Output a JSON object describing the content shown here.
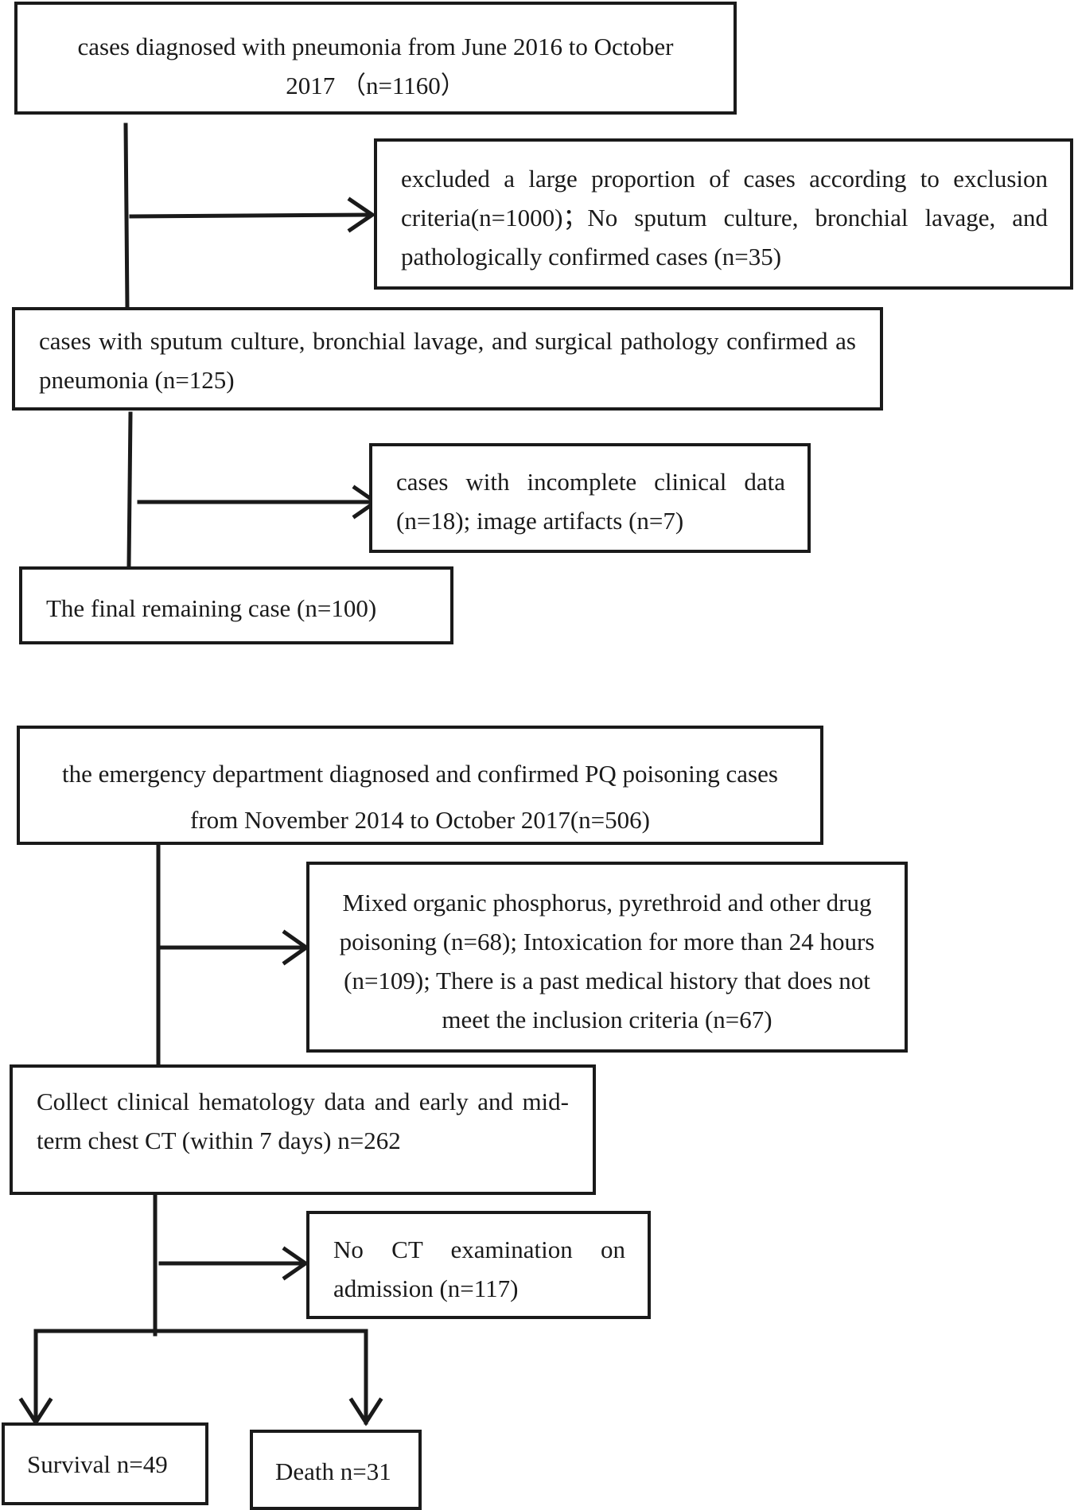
{
  "flowchart_pneumonia": {
    "start": "cases diagnosed with pneumonia from June 2016 to October 2017 （n=1160）",
    "exclusion_1": "excluded a large proportion of cases according to exclusion criteria(n=1000)；No sputum culture, bronchial lavage, and pathologically confirmed cases (n=35)",
    "confirmed": "cases with sputum culture, bronchial lavage, and surgical pathology confirmed as pneumonia (n=125)",
    "exclusion_2": "cases with incomplete clinical data (n=18); image artifacts (n=7)",
    "final": "The final remaining case (n=100)"
  },
  "flowchart_pq": {
    "start": "the emergency department diagnosed and confirmed PQ poisoning cases from November 2014 to October 2017(n=506)",
    "exclusion_1": "Mixed organic phosphorus, pyrethroid and other drug poisoning (n=68); Intoxication for more than 24 hours (n=109); There is a past medical history that does not meet the inclusion criteria (n=67)",
    "collect": "Collect clinical hematology data and early and mid-term chest CT (within 7 days) n=262",
    "exclusion_2": "No CT examination on admission (n=117)",
    "survival": "Survival n=49",
    "death": "Death n=31"
  }
}
